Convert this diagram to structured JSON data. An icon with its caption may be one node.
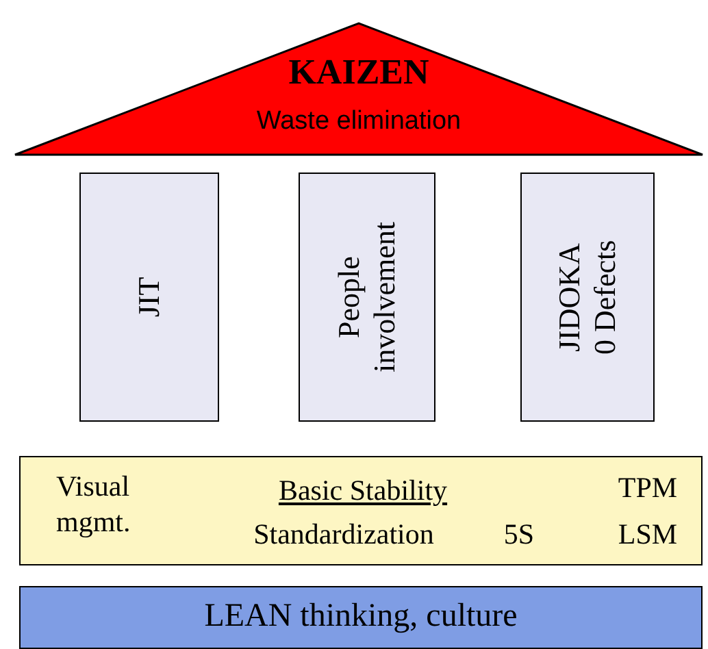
{
  "diagram": {
    "nodes": [
      {
        "text": [
          "KAIZEN",
          "Waste elimination"
        ]
      },
      {
        "text": [
          "JIT"
        ]
      },
      {
        "text": [
          "People involvement"
        ]
      },
      {
        "text": [
          "JIDOKA 0 Defects"
        ]
      },
      {
        "text": [
          "Visual mgmt.",
          "Basic Stability",
          "Standardization",
          "5S",
          "TPM",
          "LSM"
        ]
      },
      {
        "text": [
          "LEAN thinking, culture"
        ]
      }
    ],
    "edges": []
  }
}
